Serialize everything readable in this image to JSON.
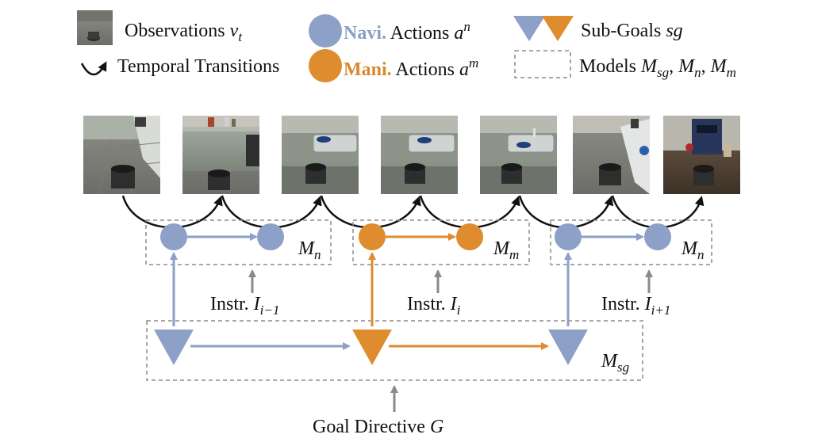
{
  "colors": {
    "navi": "#8da0c8",
    "mani": "#de8c2d",
    "box_border": "#8c8c8c",
    "arrow_gray": "#8a8a8a",
    "arrow_black": "#111111"
  },
  "legend": {
    "observations": {
      "label": "Observations",
      "symbol": "v",
      "subscript": "t"
    },
    "temporal": {
      "label": "Temporal Transitions"
    },
    "navi": {
      "keyword": "Navi.",
      "label": "Actions",
      "symbol": "a",
      "superscript": "n"
    },
    "mani": {
      "keyword": "Mani.",
      "label": "Actions",
      "symbol": "a",
      "superscript": "m"
    },
    "subgoals": {
      "label": "Sub-Goals",
      "symbol": "sg"
    },
    "models": {
      "label": "Models",
      "symbol": "M",
      "subs": [
        "sg",
        "n",
        "m"
      ]
    }
  },
  "observations": [
    {
      "name": "frame-1",
      "scene": "bucket near counter with grey tiles"
    },
    {
      "name": "frame-2",
      "scene": "bucket beside counter"
    },
    {
      "name": "frame-3",
      "scene": "sink with bowl"
    },
    {
      "name": "frame-4",
      "scene": "sink with bowl"
    },
    {
      "name": "frame-5",
      "scene": "sink with bowl and faucet"
    },
    {
      "name": "frame-6",
      "scene": "bucket near white table"
    },
    {
      "name": "frame-7",
      "scene": "coffee machine on dark counter"
    }
  ],
  "models": {
    "mn_left": {
      "symbol": "M",
      "sub": "n"
    },
    "mm": {
      "symbol": "M",
      "sub": "m"
    },
    "mn_right": {
      "symbol": "M",
      "sub": "n"
    },
    "msg": {
      "symbol": "M",
      "sub": "sg"
    }
  },
  "instructions": [
    {
      "label": "Instr.",
      "symbol": "I",
      "sub": "i−1"
    },
    {
      "label": "Instr.",
      "symbol": "I",
      "sub": "i"
    },
    {
      "label": "Instr.",
      "symbol": "I",
      "sub": "i+1"
    }
  ],
  "goal": {
    "label": "Goal Directive",
    "symbol": "G"
  }
}
